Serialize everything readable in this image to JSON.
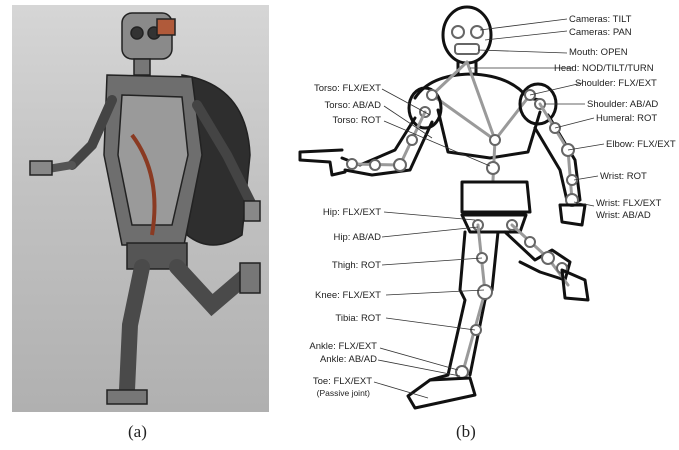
{
  "panels": [
    {
      "caption": "(a)"
    },
    {
      "caption": "(b)"
    }
  ],
  "joint_labels": {
    "cameras_tilt": "Cameras: TILT",
    "cameras_pan": "Cameras: PAN",
    "mouth_open": "Mouth: OPEN",
    "head": "Head: NOD/TILT/TURN",
    "shoulder_flx": "Shoulder: FLX/EXT",
    "shoulder_abad": "Shoulder: AB/AD",
    "humeral": "Humeral: ROT",
    "elbow": "Elbow: FLX/EXT",
    "wrist_rot": "Wrist: ROT",
    "wrist_flx": "Wrist: FLX/EXT",
    "wrist_abad": "Wrist: AB/AD",
    "torso_flx": "Torso: FLX/EXT",
    "torso_abad": "Torso: AB/AD",
    "torso_rot": "Torso: ROT",
    "hip_flx": "Hip: FLX/EXT",
    "hip_abad": "Hip: AB/AD",
    "thigh_rot": "Thigh: ROT",
    "knee": "Knee: FLX/EXT",
    "tibia": "Tibia: ROT",
    "ankle_flx": "Ankle: FLX/EXT",
    "ankle_abad": "Ankle: AB/AD",
    "toe_line1": "Toe: FLX/EXT",
    "toe_line2": "(Passive joint)"
  }
}
